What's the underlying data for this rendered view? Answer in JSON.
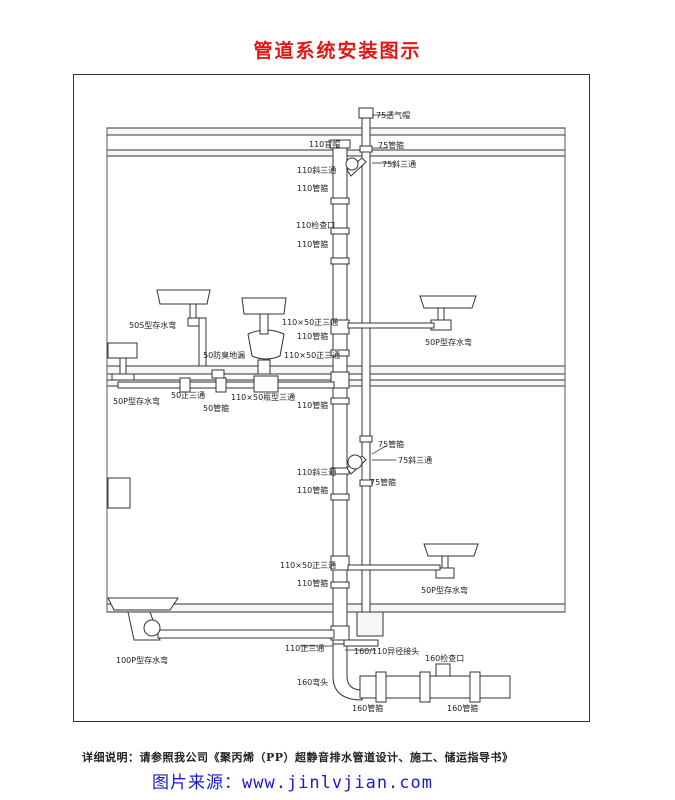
{
  "title": "管道系统安装图示",
  "labels": {
    "vent_cap": "75透气帽",
    "cap_110": "110官帽",
    "pipe_75_top": "75管箍",
    "tee_110_top": "110斜三通",
    "tee_75_top": "75斜三通",
    "pipe_110_a": "110管箍",
    "check_110": "110检查口",
    "pipe_110_b": "110管箍",
    "trap_50s": "50S型存水弯",
    "tee_110x50_a": "110×50正三通",
    "pipe_110_c": "110管箍",
    "tee_110x50_b": "110×50正三通",
    "trap_50p_right_top": "50P型存水弯",
    "drain_50": "50防臭地漏",
    "trap_50p_left": "50P型存水弯",
    "tee_50": "50正三通",
    "tee_110x50_bottle": "110×50瓶型三通",
    "pipe_50": "50管箍",
    "pipe_110_d": "110管箍",
    "pipe_75_mid": "75管箍",
    "tee_75_mid": "75斜三通",
    "tee_110_mid": "110斜三通",
    "pipe_110_e": "110管箍",
    "pipe_75_low": "75管箍",
    "tee_110x50_c": "110×50正三通",
    "pipe_110_f": "110管箍",
    "trap_50p_right_low": "50P型存水弯",
    "tee_110_bottom": "110正三通",
    "reducer": "160/110异径接头",
    "check_160": "160检查口",
    "trap_100p": "100P型存水弯",
    "elbow_160": "160弯头",
    "pipe_160_a": "160管箍",
    "pipe_160_b": "160管箍"
  },
  "footer_note": "详细说明：请参照我公司《聚丙烯（PP）超静音排水管道设计、施工、储运指导书》",
  "source_label": "图片来源：",
  "source_url": "www.jinlvjian.com"
}
